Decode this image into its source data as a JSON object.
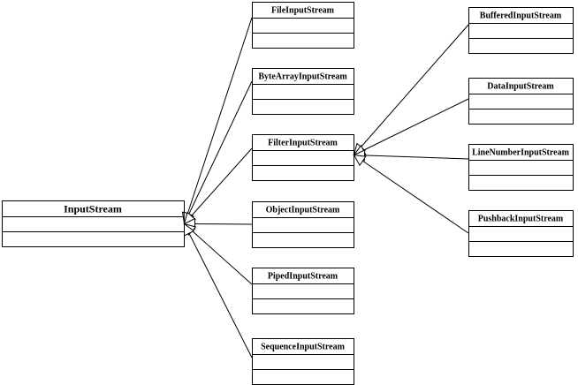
{
  "diagram": {
    "root": {
      "name": "InputStream"
    },
    "level1": [
      {
        "name": "FileInputStream"
      },
      {
        "name": "ByteArrayInputStream"
      },
      {
        "name": "FilterInputStream"
      },
      {
        "name": "ObjectInputStream"
      },
      {
        "name": "PipedInputStream"
      },
      {
        "name": "SequenceInputStream"
      }
    ],
    "filter_children": [
      {
        "name": "BufferedInputStream"
      },
      {
        "name": "DataInputStream"
      },
      {
        "name": "LineNumberInputStream"
      },
      {
        "name": "PushbackInputStream"
      }
    ],
    "relations": [
      {
        "from": "FileInputStream",
        "to": "InputStream",
        "type": "inheritance"
      },
      {
        "from": "ByteArrayInputStream",
        "to": "InputStream",
        "type": "inheritance"
      },
      {
        "from": "FilterInputStream",
        "to": "InputStream",
        "type": "inheritance"
      },
      {
        "from": "ObjectInputStream",
        "to": "InputStream",
        "type": "inheritance"
      },
      {
        "from": "PipedInputStream",
        "to": "InputStream",
        "type": "inheritance"
      },
      {
        "from": "SequenceInputStream",
        "to": "InputStream",
        "type": "inheritance"
      },
      {
        "from": "BufferedInputStream",
        "to": "FilterInputStream",
        "type": "inheritance"
      },
      {
        "from": "DataInputStream",
        "to": "FilterInputStream",
        "type": "inheritance"
      },
      {
        "from": "LineNumberInputStream",
        "to": "FilterInputStream",
        "type": "inheritance"
      },
      {
        "from": "PushbackInputStream",
        "to": "FilterInputStream",
        "type": "inheritance"
      }
    ]
  },
  "colors": {
    "line": "#000000",
    "box_fill": "#ffffff",
    "background": "#ffffff"
  }
}
